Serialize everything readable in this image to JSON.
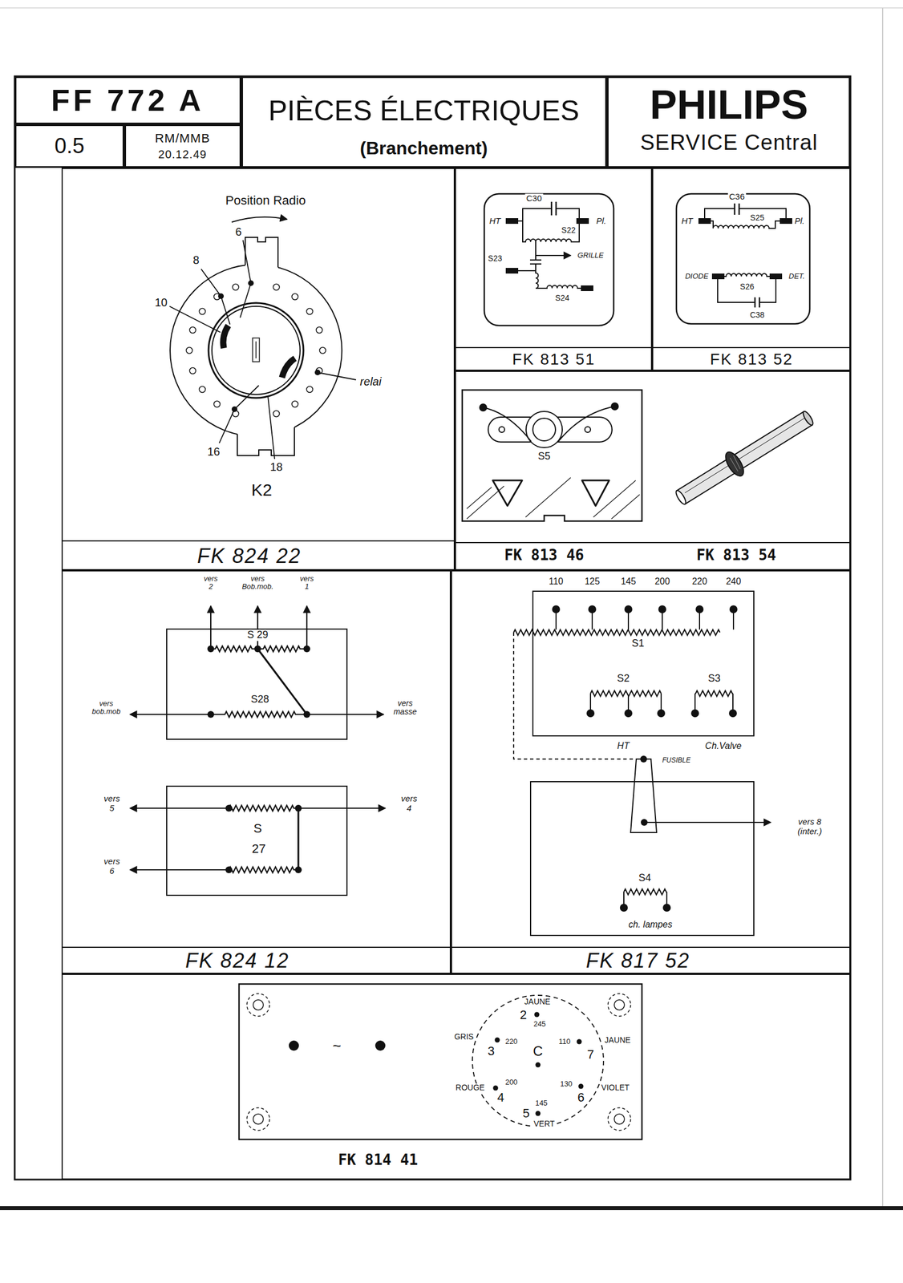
{
  "diagram": {
    "nodes": [
      {
        "text": [
          "FF 772 A"
        ]
      },
      {
        "text": [
          "0.5"
        ]
      },
      {
        "text": [
          "RM/MMB",
          "20.12.49"
        ]
      },
      {
        "text": [
          "PIÈCES ÉLECTRIQUES",
          "(Branchement)"
        ]
      },
      {
        "text": [
          "PHILIPS",
          "SERVICE Central"
        ]
      },
      {
        "text": [
          "FK 824 22"
        ]
      },
      {
        "text": [
          "FK 813 51"
        ]
      },
      {
        "text": [
          "FK 813 52"
        ]
      },
      {
        "text": [
          "FK 813 46",
          "FK 813 54"
        ]
      },
      {
        "text": [
          "FK 824 12"
        ]
      },
      {
        "text": [
          "S 29",
          "S28"
        ],
        "in": 9
      },
      {
        "text": [
          "S",
          "27"
        ],
        "in": 9
      },
      {
        "text": [
          "FK 817 52"
        ]
      },
      {
        "text": [
          "S1",
          "S2",
          "S3"
        ],
        "in": 12
      },
      {
        "text": [
          "S4",
          "ch. lampes"
        ],
        "in": 12
      },
      {
        "text": [
          "FK 814 41"
        ]
      }
    ],
    "labels": [
      "Position Radio",
      "6",
      "8",
      "10",
      "relai",
      "16",
      "18",
      "K2",
      "C30",
      "HT",
      "S22",
      "Pl.",
      "GRILLE",
      "S23",
      "S24",
      "C36",
      "HT",
      "S25",
      "Pl.",
      "DIODE",
      "S26",
      "DET.",
      "C38",
      "S5",
      "vers 2",
      "vers Bob.mob.",
      "vers 1",
      "vers bob.mob",
      "vers masse",
      "vers 5",
      "vers 4",
      "vers 6",
      "110",
      "125",
      "145",
      "200",
      "220",
      "240",
      "HT",
      "Ch.Valve",
      "FUSIBLE",
      "vers 8 (inter.)",
      "~",
      "JAUNE",
      "2",
      "245",
      "GRIS",
      "3",
      "220",
      "C",
      "110",
      "JAUNE",
      "7",
      "ROUGE",
      "200",
      "4",
      "130",
      "VIOLET",
      "6",
      "145",
      "5",
      "VERT"
    ]
  }
}
